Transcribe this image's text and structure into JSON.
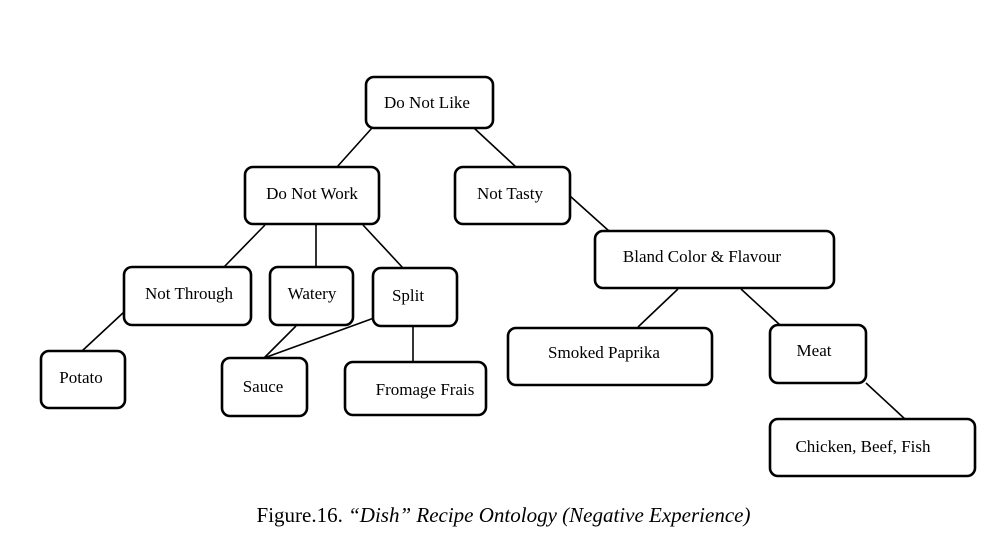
{
  "diagram": {
    "nodes": {
      "do_not_like": "Do Not Like",
      "do_not_work": "Do Not Work",
      "not_tasty": "Not Tasty",
      "not_through": "Not Through",
      "watery": "Watery",
      "split": "Split",
      "bland": "Bland Color & Flavour",
      "potato": "Potato",
      "sauce": "Sauce",
      "fromage": "Fromage Frais",
      "paprika": "Smoked Paprika",
      "meat": "Meat",
      "chicken": "Chicken, Beef, Fish"
    },
    "edges": [
      [
        "do_not_like",
        "do_not_work"
      ],
      [
        "do_not_like",
        "not_tasty"
      ],
      [
        "do_not_work",
        "not_through"
      ],
      [
        "do_not_work",
        "watery"
      ],
      [
        "do_not_work",
        "split"
      ],
      [
        "not_tasty",
        "bland"
      ],
      [
        "not_through",
        "potato"
      ],
      [
        "watery",
        "sauce"
      ],
      [
        "split",
        "sauce"
      ],
      [
        "split",
        "fromage"
      ],
      [
        "bland",
        "paprika"
      ],
      [
        "bland",
        "meat"
      ],
      [
        "meat",
        "chicken"
      ]
    ]
  },
  "caption": {
    "prefix": "Figure.16. ",
    "title": "“Dish” Recipe Ontology (Negative Experience)"
  }
}
